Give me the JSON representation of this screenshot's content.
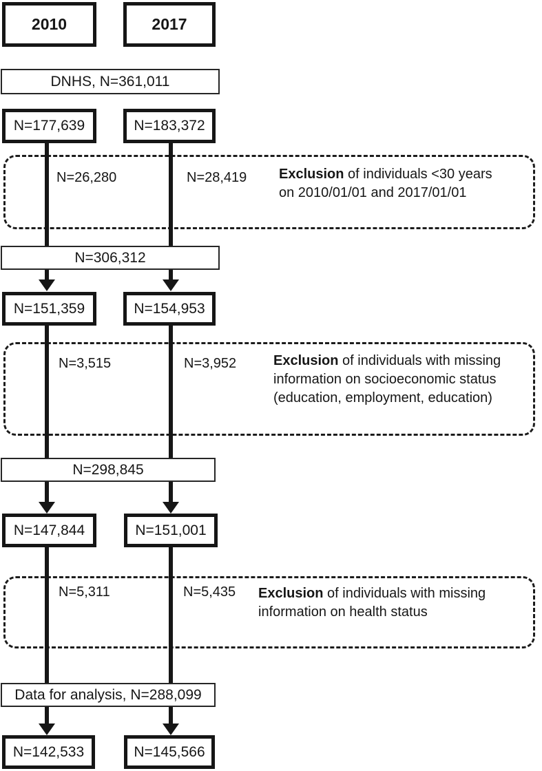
{
  "headers": {
    "y2010": "2010",
    "y2017": "2017"
  },
  "dnhs": {
    "label": "DNHS, N=361,011"
  },
  "stages": [
    {
      "left": "N=177,639",
      "right": "N=183,372"
    },
    {
      "left": "N=151,359",
      "right": "N=154,953"
    },
    {
      "left": "N=147,844",
      "right": "N=151,001"
    },
    {
      "left": "N=142,533",
      "right": "N=145,566"
    }
  ],
  "totals": [
    "N=306,312",
    "N=298,845",
    "Data for analysis, N=288,099"
  ],
  "exclusions": [
    {
      "excluded_2010": "N=26,280",
      "excluded_2017": "N=28,419",
      "bold": "Exclusion",
      "line1_rest": " of individuals <30 years",
      "line2": "on 2010/01/01 and 2017/01/01"
    },
    {
      "excluded_2010": "N=3,515",
      "excluded_2017": "N=3,952",
      "bold": "Exclusion",
      "line1_rest": " of individuals with missing",
      "line2": "information on socioeconomic status",
      "line3": "(education, employment, education)"
    },
    {
      "excluded_2010": "N=5,311",
      "excluded_2017": "N=5,435",
      "bold": "Exclusion",
      "line1_rest": " of individuals with missing",
      "line2": "information on health status"
    }
  ],
  "colors": {
    "ink": "#161616",
    "background": "#ffffff"
  }
}
